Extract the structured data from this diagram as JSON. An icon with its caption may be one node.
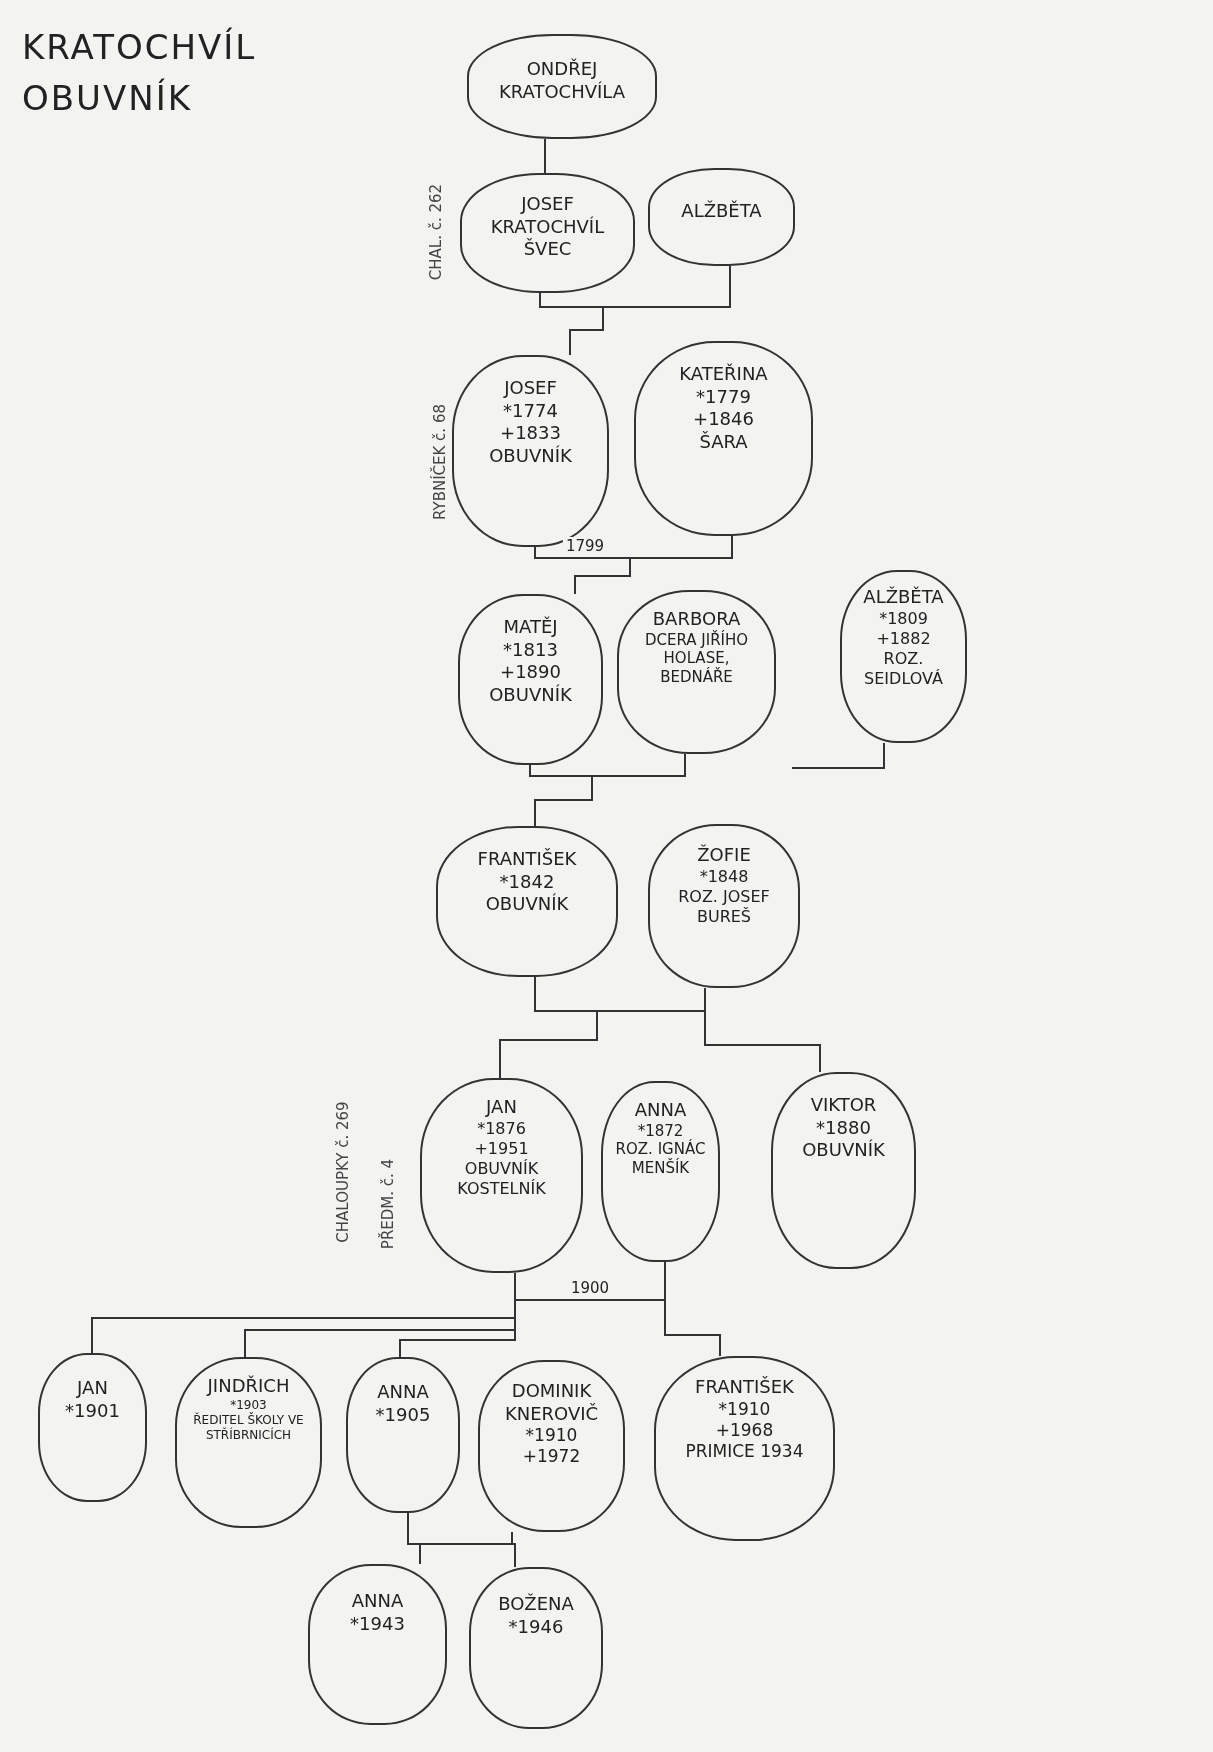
{
  "diagram": {
    "title": "KRATOCHVÍL OBUVNÍK",
    "nodes": [
      {
        "text": [
          "ONDŘEJ KRATOCHVÍLA"
        ]
      },
      {
        "text": [
          "JOSEF KRATOCHVÍL",
          "ŠVEC"
        ],
        "beside": [
          "CHAL. č. 262"
        ]
      },
      {
        "text": [
          "ALŽBĚTA"
        ]
      },
      {
        "text": [
          "JOSEF",
          "*1774",
          "+1833",
          "OBUVNÍK"
        ],
        "beside": [
          "RYBNÍČEK č. 68"
        ]
      },
      {
        "text": [
          "KATEŘINA",
          "*1779",
          "+1846",
          "ŠARA"
        ]
      },
      {
        "text": [
          "MATĚJ",
          "*1813",
          "+1890",
          "OBUVNÍK"
        ]
      },
      {
        "text": [
          "BARBORA",
          "DCERA JIŘÍHO HOLASE, BEDNÁŘE"
        ]
      },
      {
        "text": [
          "ALŽBĚTA",
          "*1809",
          "+1882",
          "ROZ. SEIDLOVÁ"
        ]
      },
      {
        "text": [
          "FRANTIŠEK",
          "*1842",
          "OBUVNÍK"
        ]
      },
      {
        "text": [
          "ŽOFIE",
          "*1848",
          "ROZ. JOSEF BUREŠ"
        ]
      },
      {
        "text": [
          "JAN",
          "*1876",
          "+1951",
          "OBUVNÍK",
          "KOSTELNÍK"
        ],
        "beside": [
          "CHALOUPKY č. 269",
          "PŘEDM. č. 4"
        ]
      },
      {
        "text": [
          "ANNA",
          "*1872",
          "ROZ. IGNÁC MENŠÍK"
        ]
      },
      {
        "text": [
          "VIKTOR",
          "*1880",
          "OBUVNÍK"
        ]
      },
      {
        "text": [
          "JAN",
          "*1901"
        ]
      },
      {
        "text": [
          "JINDŘICH",
          "*1903",
          "ŘEDITEL ŠKOLY VE STŘÍBRNICÍCH"
        ]
      },
      {
        "text": [
          "ANNA",
          "*1905"
        ]
      },
      {
        "text": [
          "DOMINIK KNEROVIČ",
          "*1910",
          "+1972"
        ]
      },
      {
        "text": [
          "FRANTIŠEK",
          "*1910",
          "+1968",
          "PRIMICE 1934"
        ]
      },
      {
        "text": [
          "ANNA",
          "*1943"
        ]
      },
      {
        "text": [
          "BOŽENA",
          "*1946"
        ]
      }
    ],
    "edges": [
      {
        "from": 0,
        "to": 1,
        "arrow": "none"
      },
      {
        "from": 1,
        "to": 3,
        "arrow": "none"
      },
      {
        "from": 2,
        "to": 3,
        "arrow": "none"
      },
      {
        "from": 3,
        "to": 5,
        "arrow": "none",
        "label": "1799"
      },
      {
        "from": 4,
        "to": 5,
        "arrow": "none"
      },
      {
        "from": 5,
        "to": 8,
        "arrow": "none"
      },
      {
        "from": 6,
        "to": 8,
        "arrow": "none"
      },
      {
        "from": 7,
        "to": null,
        "arrow": "none"
      },
      {
        "from": 8,
        "to": 10,
        "arrow": "none"
      },
      {
        "from": 9,
        "to": 10,
        "arrow": "none"
      },
      {
        "from": 8,
        "to": 12,
        "arrow": "none"
      },
      {
        "from": 9,
        "to": 12,
        "arrow": "none"
      },
      {
        "from": 10,
        "to": 13,
        "arrow": "none"
      },
      {
        "from": 11,
        "to": 13,
        "arrow": "none",
        "label": "1900"
      },
      {
        "from": 10,
        "to": 14,
        "arrow": "none"
      },
      {
        "from": 11,
        "to": 14,
        "arrow": "none"
      },
      {
        "from": 10,
        "to": 15,
        "arrow": "none"
      },
      {
        "from": 11,
        "to": 15,
        "arrow": "none"
      },
      {
        "from": 10,
        "to": 17,
        "arrow": "none"
      },
      {
        "from": 11,
        "to": 17,
        "arrow": "none"
      },
      {
        "from": 15,
        "to": 18,
        "arrow": "none"
      },
      {
        "from": 16,
        "to": 18,
        "arrow": "none"
      },
      {
        "from": 15,
        "to": 19,
        "arrow": "none"
      },
      {
        "from": 16,
        "to": 19,
        "arrow": "none"
      }
    ]
  }
}
